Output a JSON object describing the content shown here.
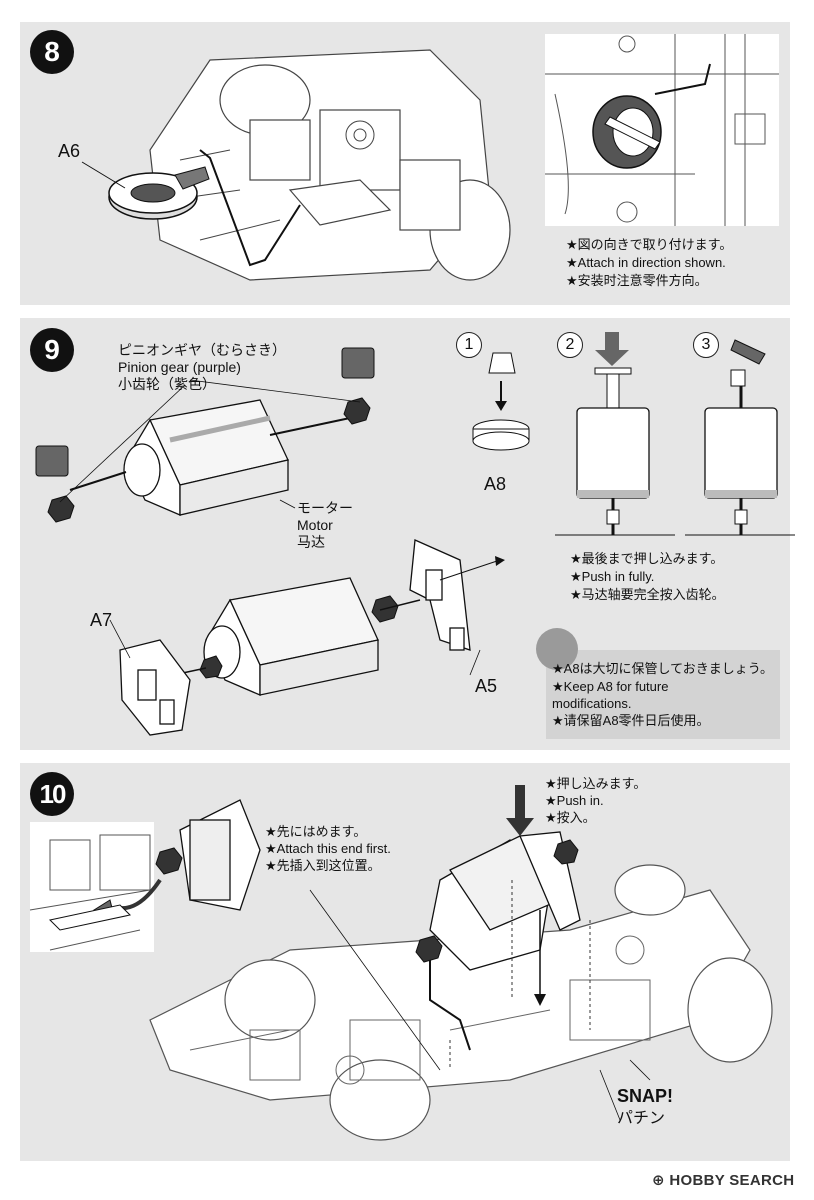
{
  "step8": {
    "number": "8",
    "part_label": "A6",
    "notes": [
      "★図の向きで取り付けます。",
      "★Attach in direction shown.",
      "★安装时注意零件方向。"
    ]
  },
  "step9": {
    "number": "9",
    "pinion_label": [
      "ピニオンギヤ（むらさき）",
      "Pinion gear (purple)",
      "小齿轮（紫色）"
    ],
    "motor_label": [
      "モーター",
      "Motor",
      "马达"
    ],
    "sub_steps": [
      "1",
      "2",
      "3"
    ],
    "part_a8": "A8",
    "part_a7": "A7",
    "part_a5": "A5",
    "push_notes": [
      "★最後まで押し込みます。",
      "★Push in fully.",
      "★马达轴要完全按入齿轮。"
    ],
    "keep_notes": [
      "★A8は大切に保管しておきましょう。",
      "★Keep A8 for future",
      "modifications.",
      "★请保留A8零件日后使用。"
    ]
  },
  "step10": {
    "number": "10",
    "attach_notes": [
      "★先にはめます。",
      "★Attach this end first.",
      "★先插入到这位置。"
    ],
    "push_notes": [
      "★押し込みます。",
      "★Push in.",
      "★按入。"
    ],
    "snap": [
      "SNAP!",
      "パチン"
    ]
  },
  "watermark": "HOBBY SEARCH",
  "colors": {
    "panel": "#e6e6e6",
    "badge": "#111111",
    "keep_box": "#d3d3d3"
  }
}
